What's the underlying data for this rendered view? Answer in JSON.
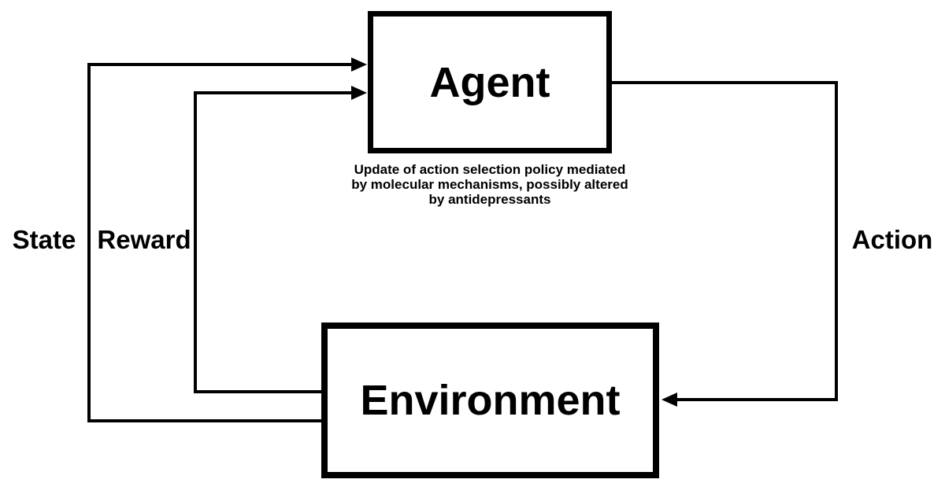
{
  "diagram": {
    "agent": {
      "label": "Agent"
    },
    "environment": {
      "label": "Environment"
    },
    "caption": {
      "lines": [
        "Update of action selection policy mediated",
        "by molecular mechanisms, possibly altered",
        "by antidepressants"
      ]
    },
    "edges": {
      "state": "State",
      "reward": "Reward",
      "action": "Action"
    },
    "colors": {
      "ink": "#000000",
      "background": "#ffffff"
    }
  }
}
